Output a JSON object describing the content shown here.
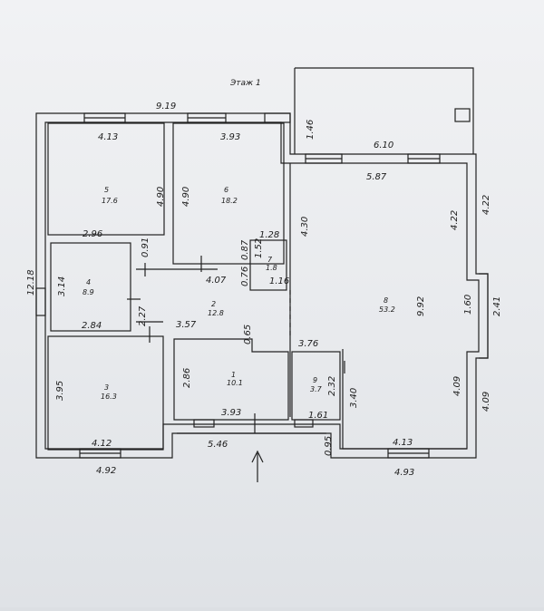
{
  "title": "Этаж 1",
  "rooms": [
    {
      "num": "1",
      "area": "10.1"
    },
    {
      "num": "2",
      "area": "12.8"
    },
    {
      "num": "3",
      "area": "16.3"
    },
    {
      "num": "4",
      "area": "8.9"
    },
    {
      "num": "5",
      "area": "17.6"
    },
    {
      "num": "6",
      "area": "18.2"
    },
    {
      "num": "7",
      "area": "1.8"
    },
    {
      "num": "8",
      "area": "53.2"
    },
    {
      "num": "9",
      "area": "3.7"
    }
  ],
  "dims": {
    "d_919": "9.19",
    "d_413_top": "4.13",
    "d_393_top": "3.93",
    "d_146": "1.46",
    "d_610": "6.10",
    "d_587": "5.87",
    "d_490_a": "4.90",
    "d_490_b": "4.90",
    "d_430": "4.30",
    "d_422_a": "4.22",
    "d_422_b": "4.22",
    "d_296": "2.96",
    "d_128": "1.28",
    "d_091": "0.91",
    "d_087": "0.87",
    "d_152": "1.52",
    "d_1218": "12.18",
    "d_314": "3.14",
    "d_407": "4.07",
    "d_076": "0.76",
    "d_116": "1.16",
    "d_992": "9.92",
    "d_160": "1.60",
    "d_241": "2.41",
    "d_227": "2.27",
    "d_284": "2.84",
    "d_357": "3.57",
    "d_065": "0.65",
    "d_376": "3.76",
    "d_395": "3.95",
    "d_286": "2.86",
    "d_232": "2.32",
    "d_340": "3.40",
    "d_409_a": "4.09",
    "d_409_b": "4.09",
    "d_393_bot": "3.93",
    "d_161": "1.61",
    "d_412": "4.12",
    "d_546": "5.46",
    "d_095": "0.95",
    "d_413_bot": "4.13",
    "d_492": "4.92",
    "d_493": "4.93"
  }
}
